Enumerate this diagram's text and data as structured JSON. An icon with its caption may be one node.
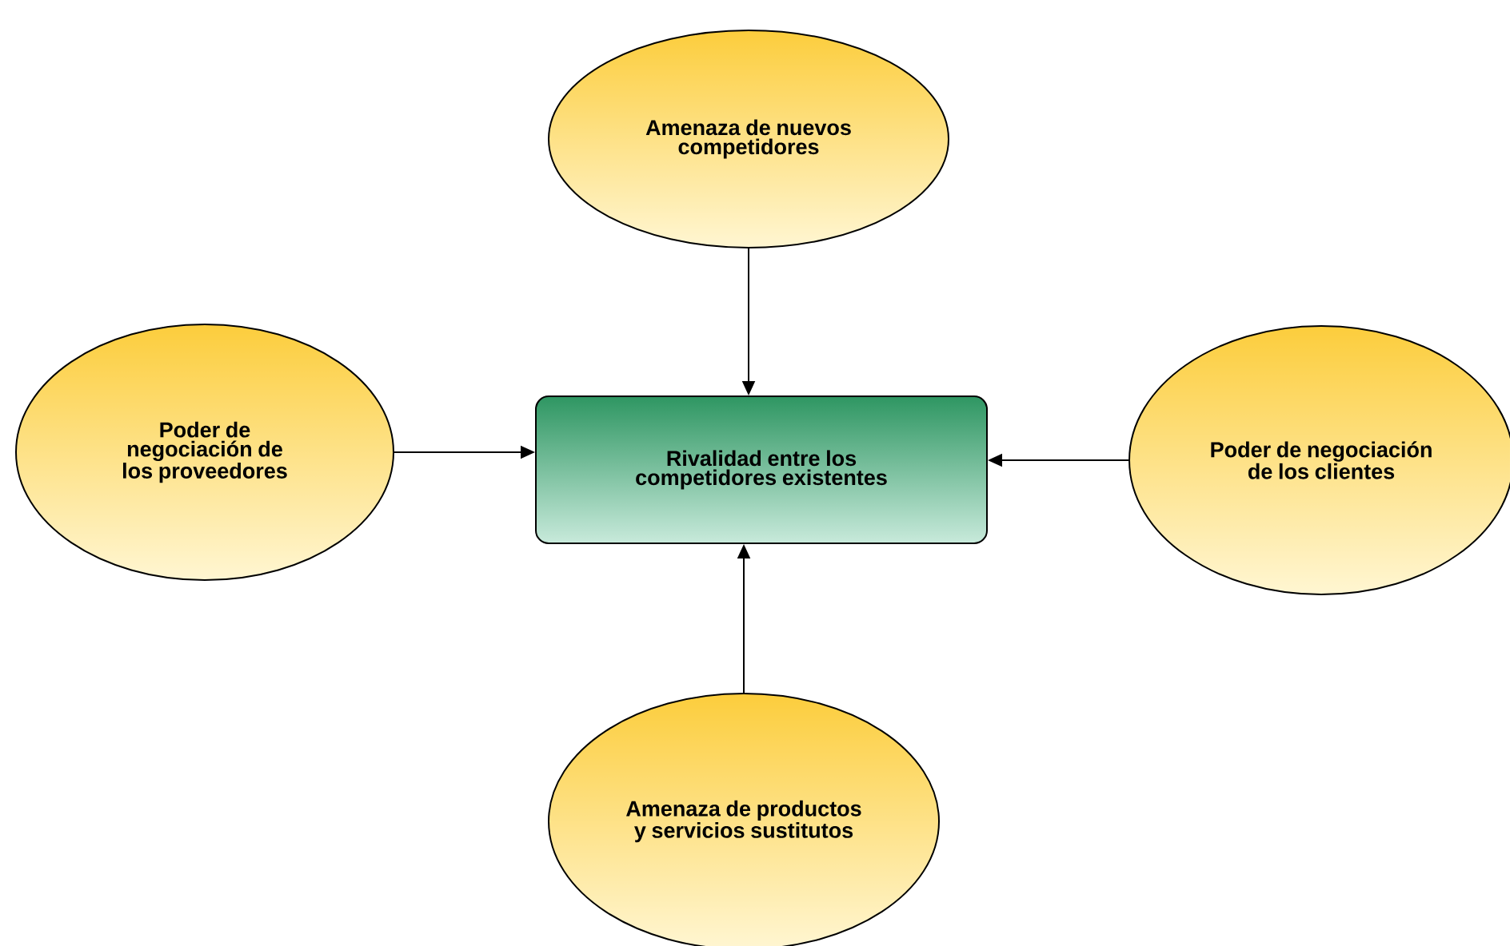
{
  "diagram": {
    "nodes": [
      {
        "text": [
          "Amenaza de nuevos competidores"
        ]
      },
      {
        "text": [
          "Poder de negociación de los proveedores"
        ]
      },
      {
        "text": [
          "Rivalidad entre los competidores existentes"
        ]
      },
      {
        "text": [
          "Poder de negociación de los clientes"
        ]
      },
      {
        "text": [
          "Amenaza de productos y servicios sustitutos"
        ]
      }
    ],
    "edges": [
      {
        "from": 0,
        "to": 2,
        "arrow": "to"
      },
      {
        "from": 1,
        "to": 2,
        "arrow": "to"
      },
      {
        "from": 3,
        "to": 2,
        "arrow": "to"
      },
      {
        "from": 4,
        "to": 2,
        "arrow": "to"
      }
    ]
  }
}
